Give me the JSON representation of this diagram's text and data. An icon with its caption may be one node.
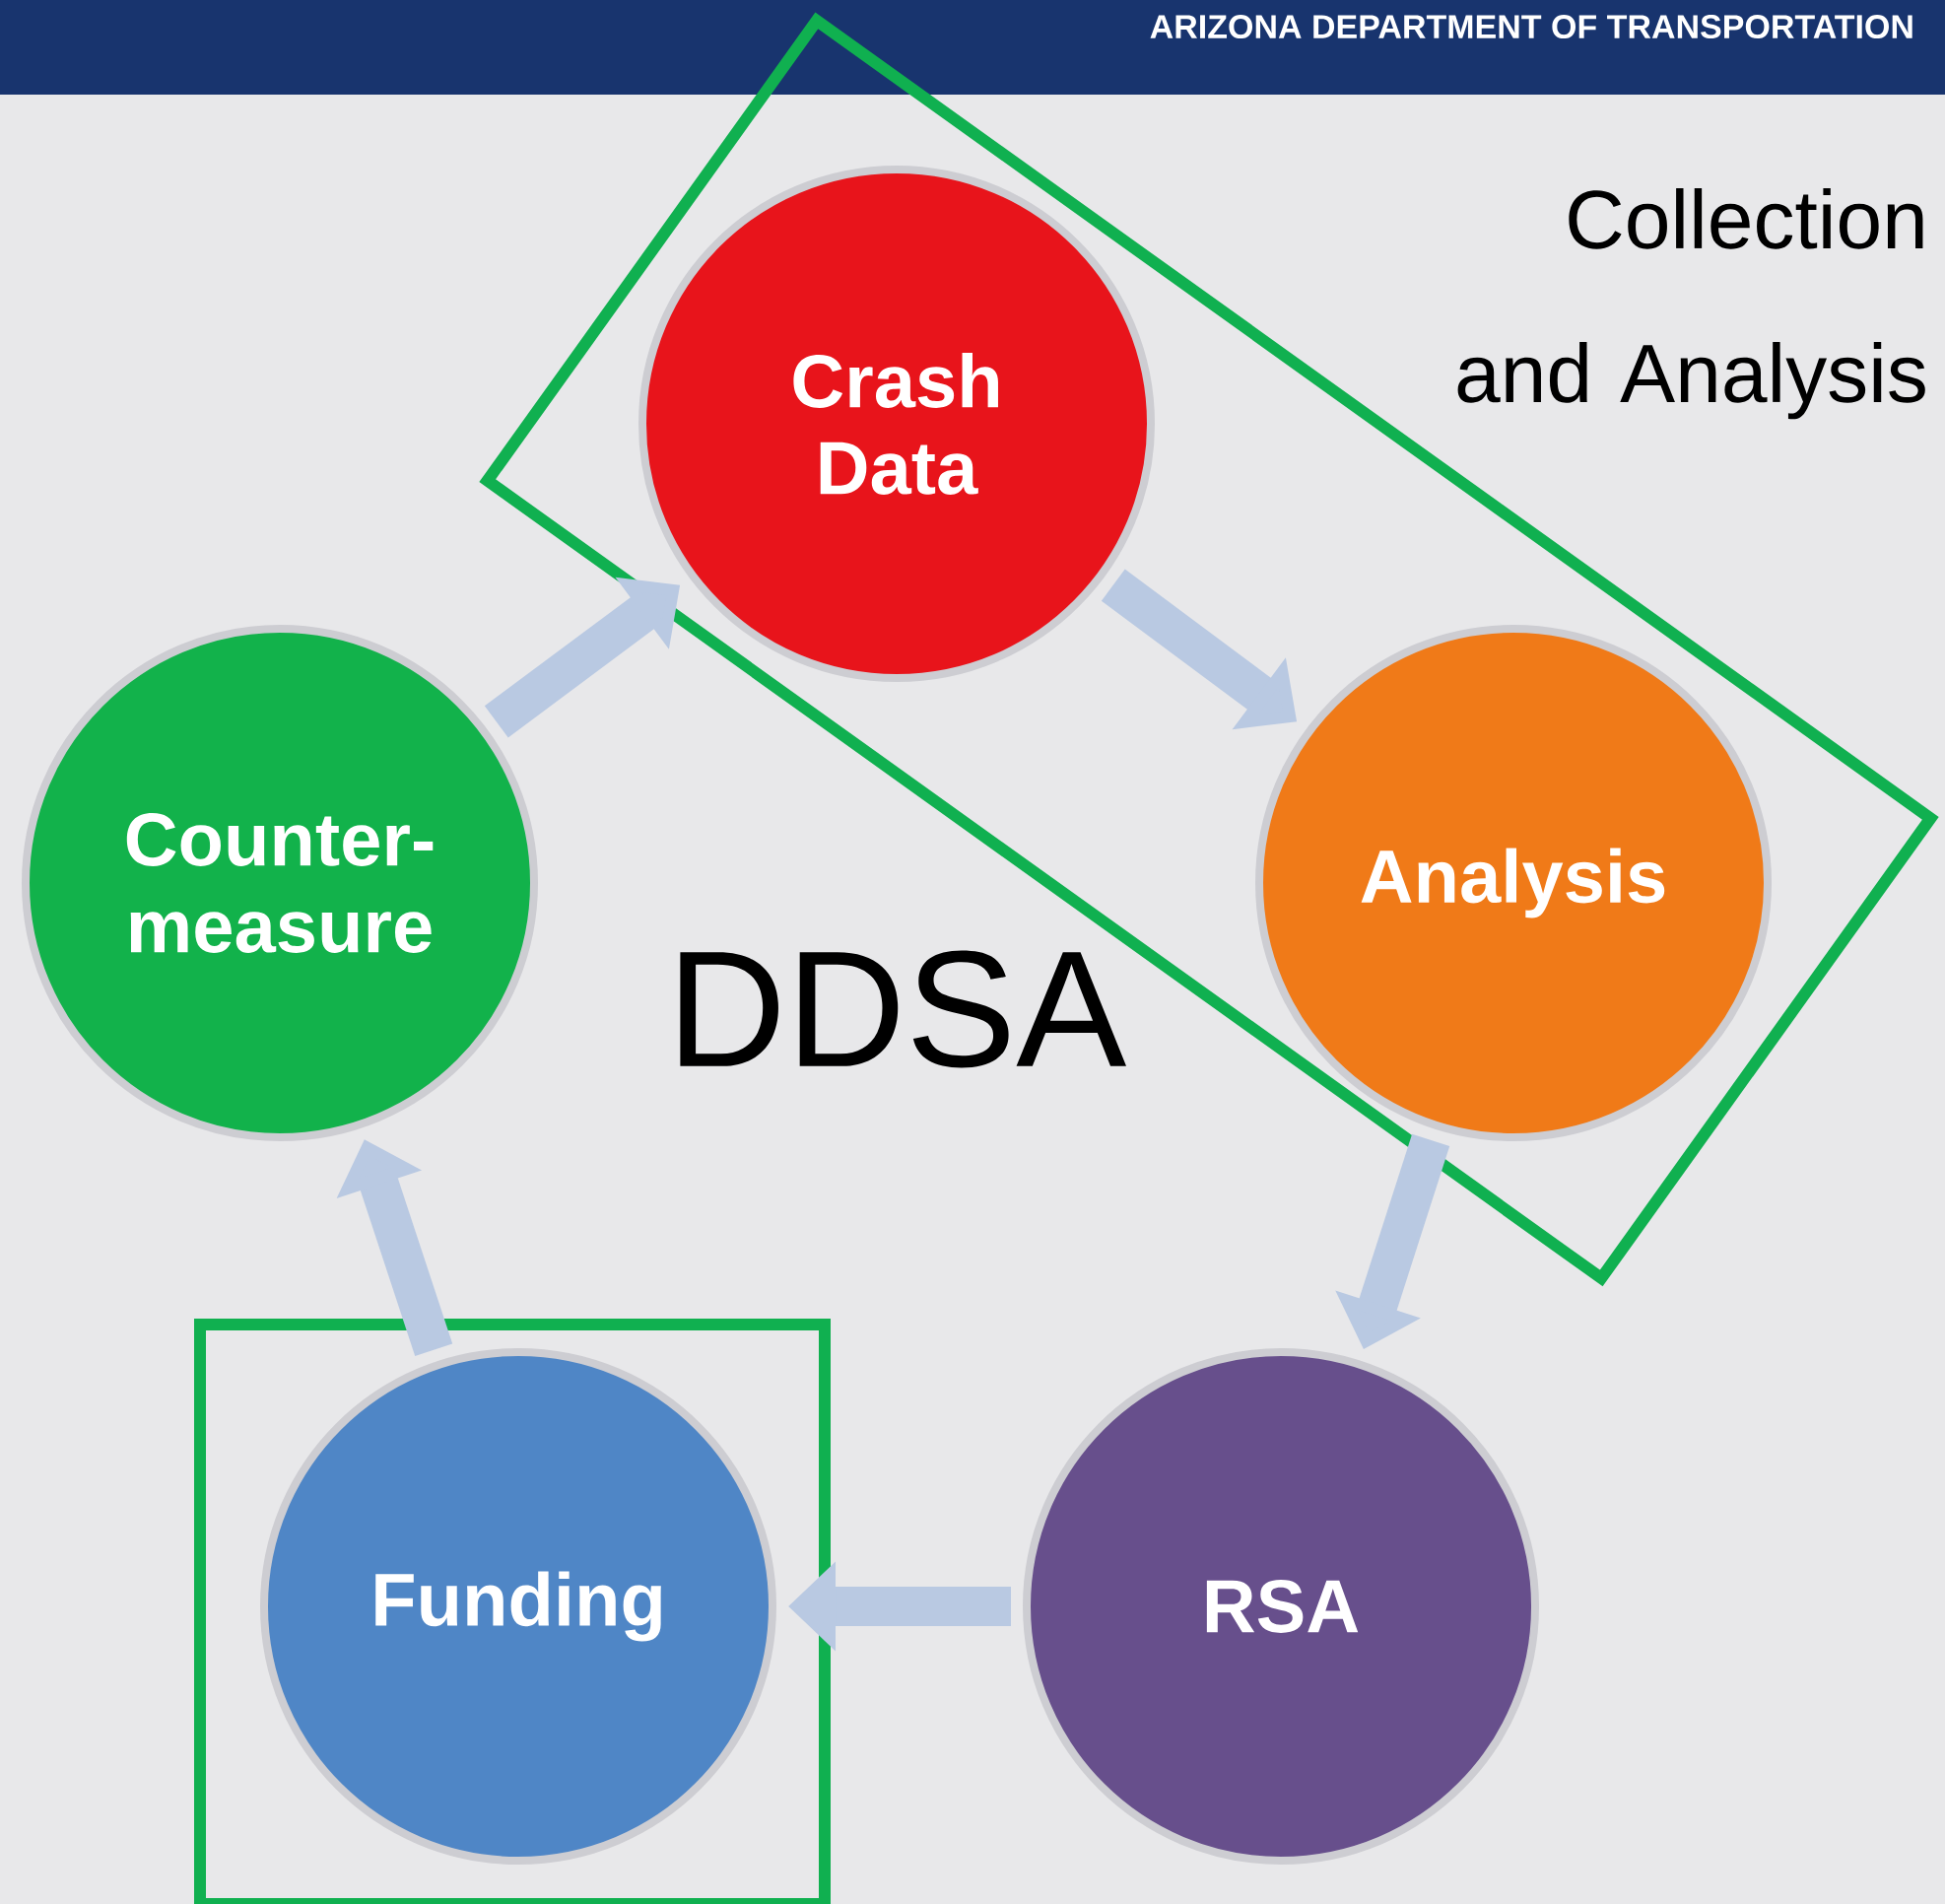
{
  "diagram": {
    "nodes": [
      {
        "text": [
          "Collection and Analysis"
        ]
      },
      {
        "text": [
          "Crash Data"
        ],
        "in": 0
      },
      {
        "text": [
          "Counter-measure"
        ]
      },
      {
        "text": [
          "Analysis"
        ],
        "in": 0
      },
      {
        "text": [],
        "shape": "box"
      },
      {
        "text": [
          "Funding"
        ],
        "in": 4
      },
      {
        "text": [
          "RSA"
        ]
      }
    ],
    "edges": [
      {
        "from": 2,
        "to": 1,
        "arrow": "to"
      },
      {
        "from": 1,
        "to": 3,
        "arrow": "to"
      },
      {
        "from": 3,
        "to": 6,
        "arrow": "to"
      },
      {
        "from": 6,
        "to": 5,
        "arrow": "to"
      },
      {
        "from": 5,
        "to": 2,
        "arrow": "to"
      }
    ],
    "labels": [
      "ARIZONA DEPARTMENT OF TRANSPORTATION",
      "DDSA"
    ]
  }
}
